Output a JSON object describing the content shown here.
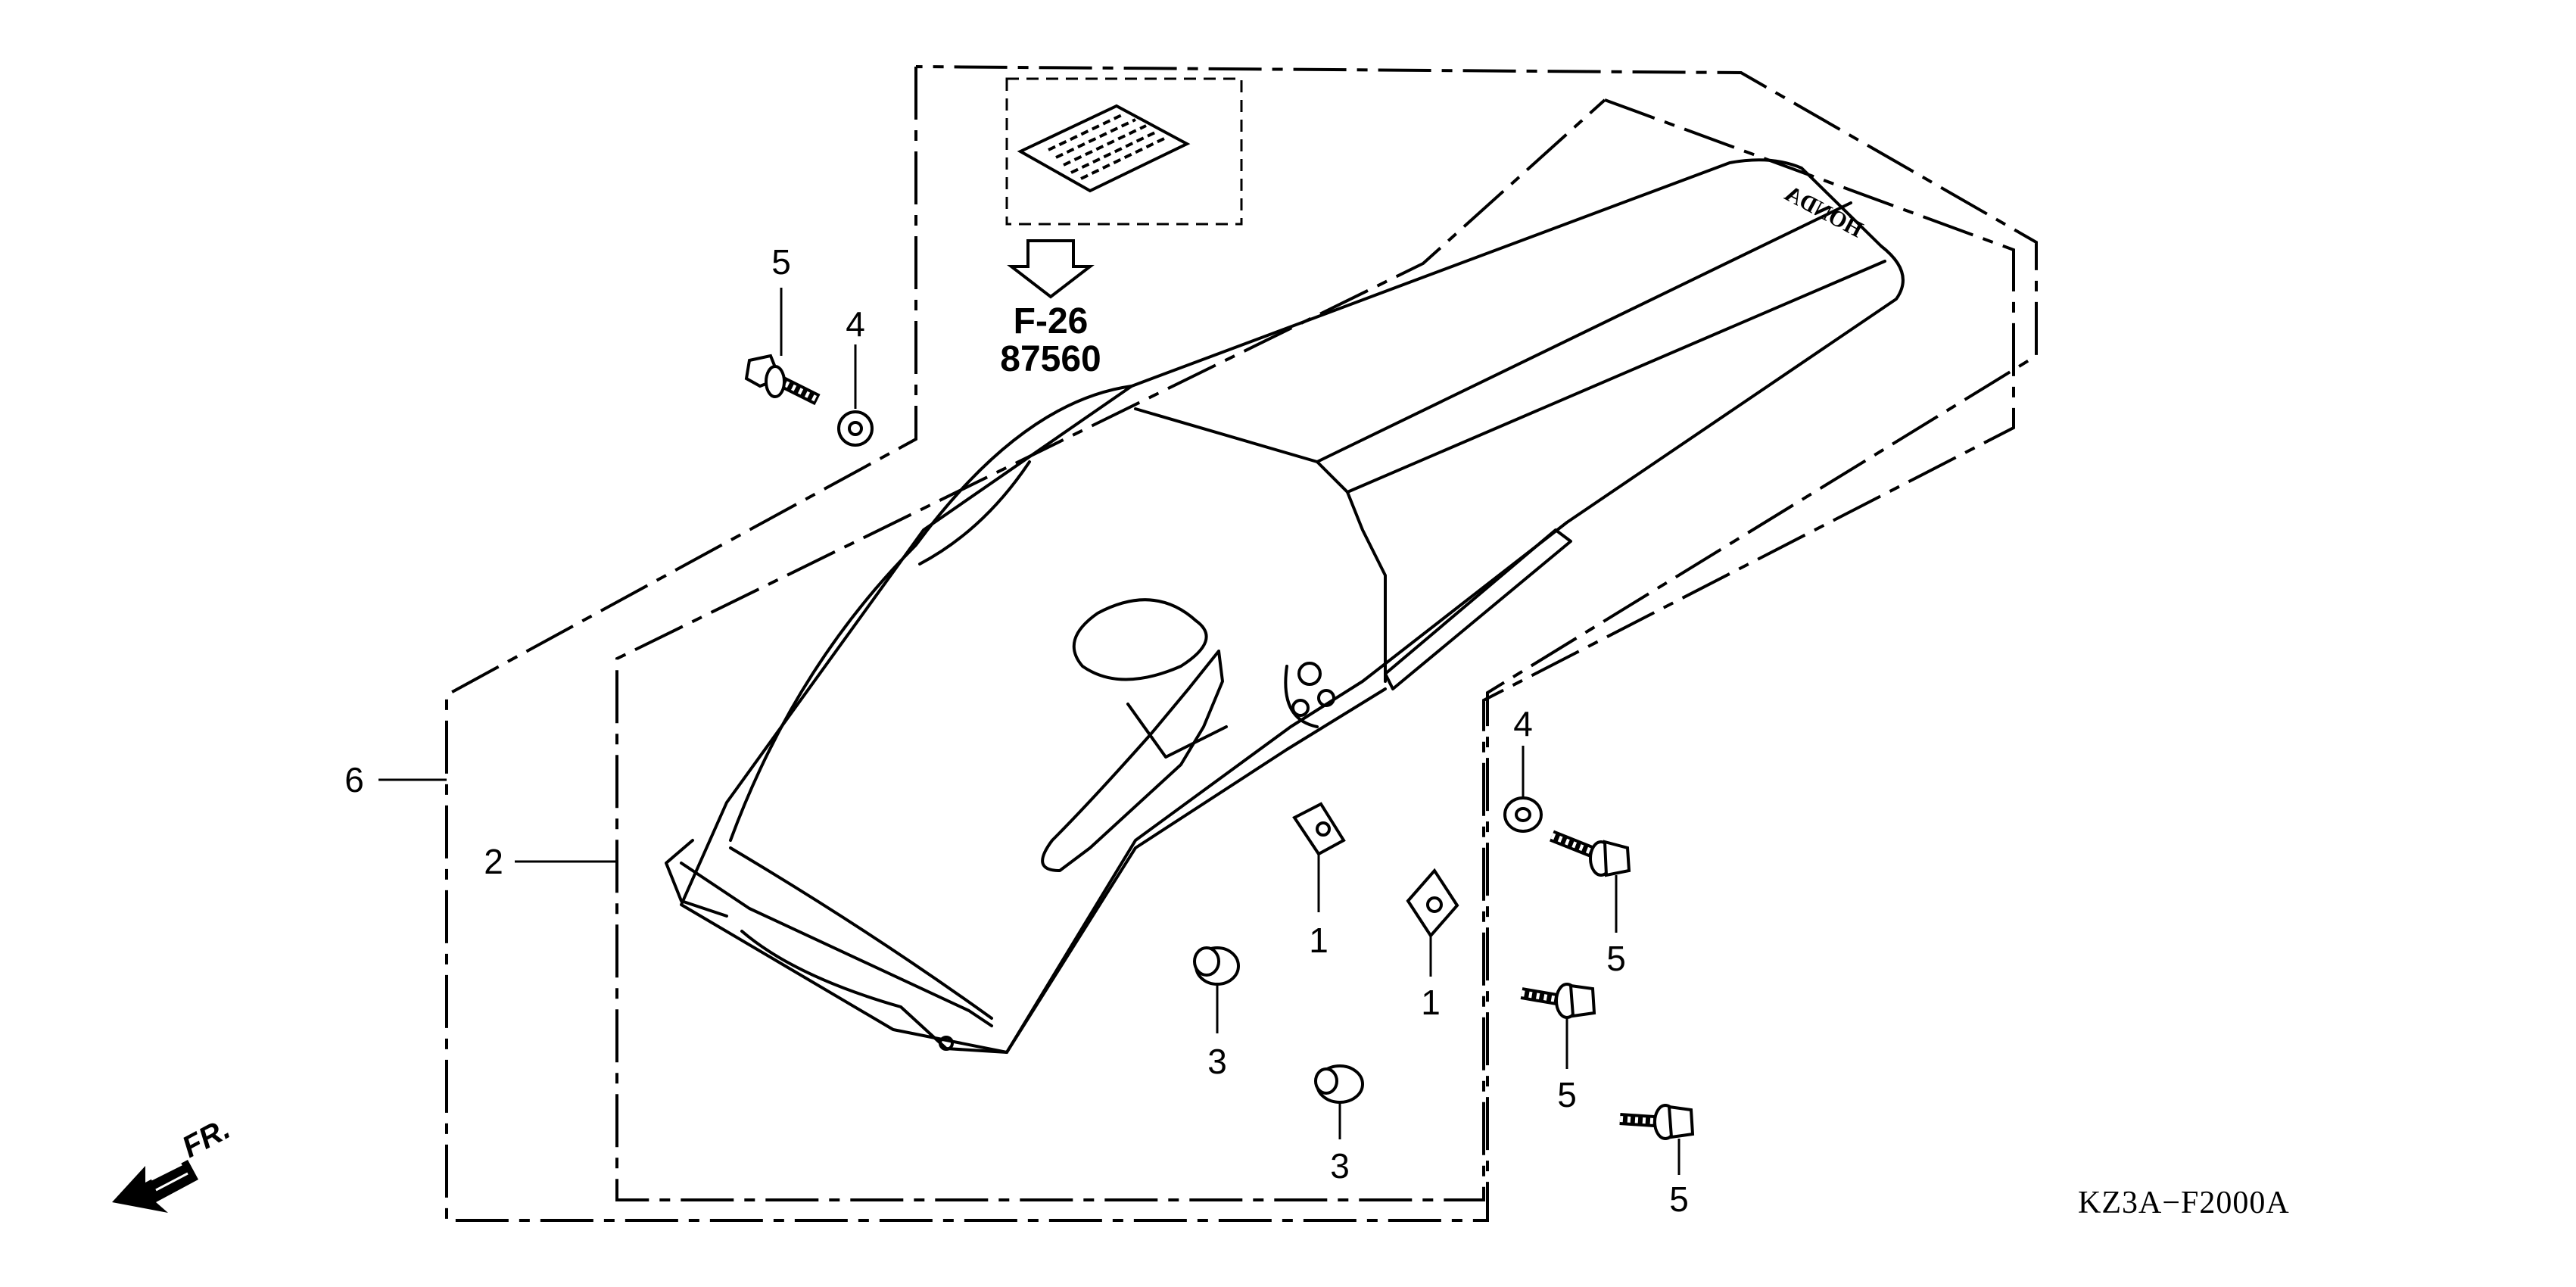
{
  "diagram": {
    "code": "KZ3A−F2000A",
    "reference": {
      "page": "F-26",
      "part_no": "87560"
    },
    "brand": "HONDA",
    "direction": "FR.",
    "callouts": {
      "c1a": "1",
      "c1b": "1",
      "c2": "2",
      "c3a": "3",
      "c3b": "3",
      "c4a": "4",
      "c4b": "4",
      "c5a": "5",
      "c5b": "5",
      "c5c": "5",
      "c5d": "5",
      "c6": "6"
    }
  }
}
